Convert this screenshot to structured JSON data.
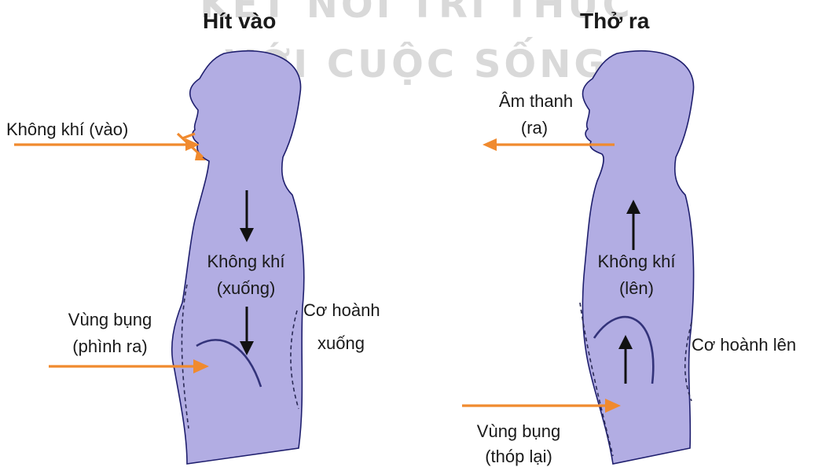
{
  "watermark": {
    "line1": "KẾT NỐI TRI THỨC",
    "line2": "VỚI CUỘC SỐNG"
  },
  "inhale": {
    "title": "Hít vào",
    "air_in": "Không khí (vào)",
    "air_down_1": "Không khí",
    "air_down_2": "(xuống)",
    "belly_1": "Vùng bụng",
    "belly_2": "(phình ra)",
    "diaphragm_1": "Cơ hoành",
    "diaphragm_2": "xuống"
  },
  "exhale": {
    "title": "Thở ra",
    "sound_1": "Âm thanh",
    "sound_2": "(ra)",
    "air_up_1": "Không khí",
    "air_up_2": "(lên)",
    "diaphragm": "Cơ hoành lên",
    "belly_1": "Vùng bụng",
    "belly_2": "(thóp lại)"
  },
  "colors": {
    "body": "#b2ade3",
    "arrow_orange": "#f08a2e",
    "arrow_black": "#111111"
  }
}
